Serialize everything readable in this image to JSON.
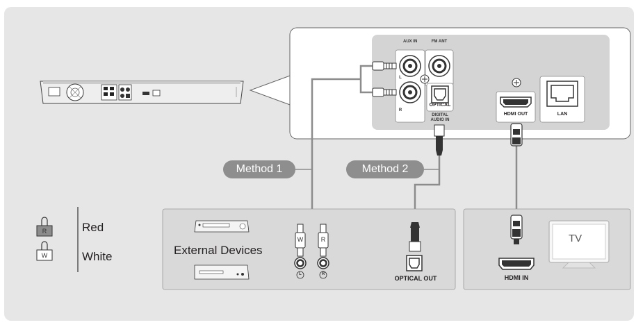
{
  "labels": {
    "aux_in": "AUX IN",
    "fm_ant": "FM ANT",
    "left": "L",
    "right": "R",
    "optical": "OPTICAL",
    "digital_audio_in": "DIGITAL AUDIO IN",
    "hdmi_out": "HDMI OUT",
    "lan": "LAN",
    "method_1": "Method 1",
    "method_2": "Method 2",
    "external_devices": "External Devices",
    "optical_out": "OPTICAL OUT",
    "hdmi_in": "HDMI IN",
    "tv": "TV",
    "plug_w": "W",
    "plug_r": "R",
    "jack_l": "L",
    "jack_r": "R"
  },
  "legend": [
    {
      "letter": "R",
      "label": "Red"
    },
    {
      "letter": "W",
      "label": "White"
    }
  ],
  "colors": {
    "background_panel": "#e6e6e6",
    "device_panel": "#d9d9d9",
    "zoom_panel": "#d4d4d4",
    "method_badge": "#8e8e8e",
    "cable": "#8c8c8c"
  },
  "icons": [
    "ground-icon",
    "hdmi-port-icon",
    "lan-port-icon",
    "rca-jack-icon",
    "optical-port-icon",
    "rca-plug-icon",
    "optical-plug-icon",
    "hdmi-plug-icon",
    "dvd-player-icon",
    "tv-icon",
    "home-theater-unit-icon"
  ]
}
